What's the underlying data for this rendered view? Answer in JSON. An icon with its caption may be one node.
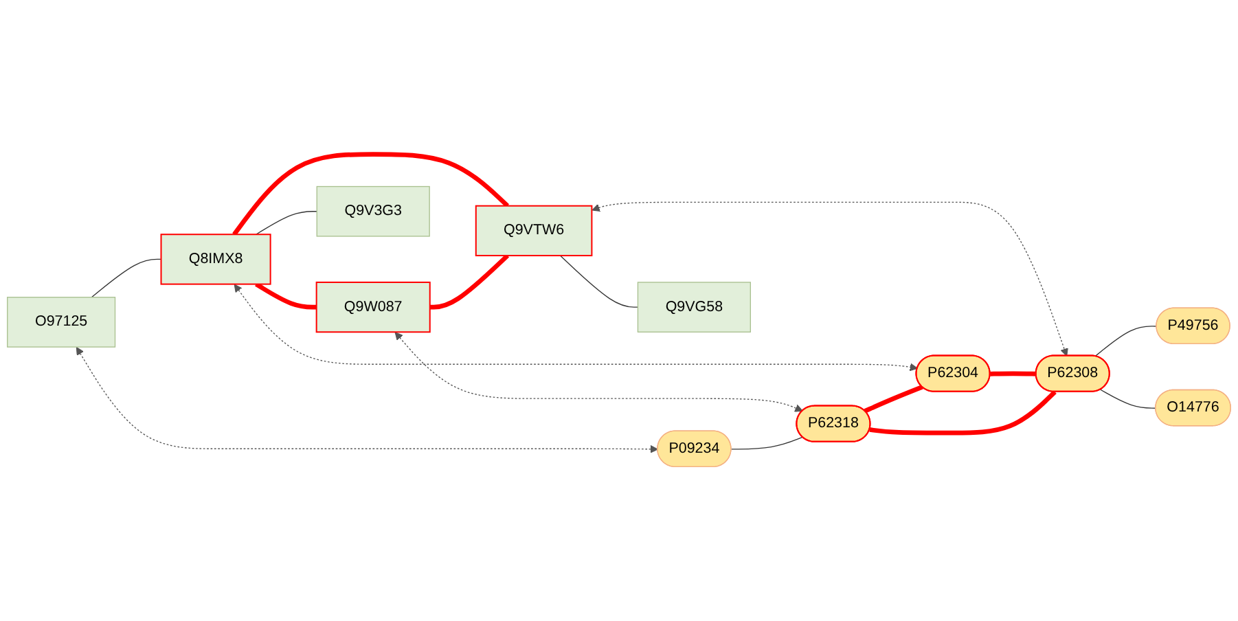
{
  "diagram": {
    "nodes": [
      {
        "text": [
          "O97125"
        ]
      },
      {
        "text": [
          "P09234"
        ]
      },
      {
        "text": [
          "Q9W087"
        ]
      },
      {
        "text": [
          "P62318"
        ]
      },
      {
        "text": [
          "Q8IMX8"
        ]
      },
      {
        "text": [
          "P62304"
        ]
      },
      {
        "text": [
          "Q9VTW6"
        ]
      },
      {
        "text": [
          "P62308"
        ]
      },
      {
        "text": [
          "P49756"
        ]
      },
      {
        "text": [
          "Q9V3G3"
        ]
      },
      {
        "text": [
          "Q9VG58"
        ]
      },
      {
        "text": [
          "O14776"
        ]
      }
    ],
    "edges": [
      {
        "from": 0,
        "to": 1,
        "arrow": "both",
        "style": "dashed"
      },
      {
        "from": 0,
        "to": 4,
        "arrow": "none"
      },
      {
        "from": 2,
        "to": 3,
        "arrow": "both",
        "style": "dashed"
      },
      {
        "from": 4,
        "to": 5,
        "arrow": "both",
        "style": "dashed"
      },
      {
        "from": 6,
        "to": 7,
        "arrow": "both",
        "style": "dashed"
      },
      {
        "from": 4,
        "to": 2,
        "arrow": "none",
        "style": "thick",
        "color": "#ff0000"
      },
      {
        "from": 4,
        "to": 6,
        "arrow": "none",
        "style": "thick",
        "color": "#ff0000"
      },
      {
        "from": 2,
        "to": 6,
        "arrow": "none",
        "style": "thick",
        "color": "#ff0000"
      },
      {
        "from": 1,
        "to": 3,
        "arrow": "none"
      },
      {
        "from": 3,
        "to": 5,
        "arrow": "none",
        "style": "thick",
        "color": "#ff0000"
      },
      {
        "from": 5,
        "to": 7,
        "arrow": "none",
        "style": "thick",
        "color": "#ff0000"
      },
      {
        "from": 3,
        "to": 7,
        "arrow": "none",
        "style": "thick",
        "color": "#ff0000"
      },
      {
        "from": 7,
        "to": 8,
        "arrow": "none"
      },
      {
        "from": 7,
        "to": 11,
        "arrow": "none"
      },
      {
        "from": 4,
        "to": 9,
        "arrow": "none"
      },
      {
        "from": 6,
        "to": 10,
        "arrow": "none"
      }
    ]
  }
}
